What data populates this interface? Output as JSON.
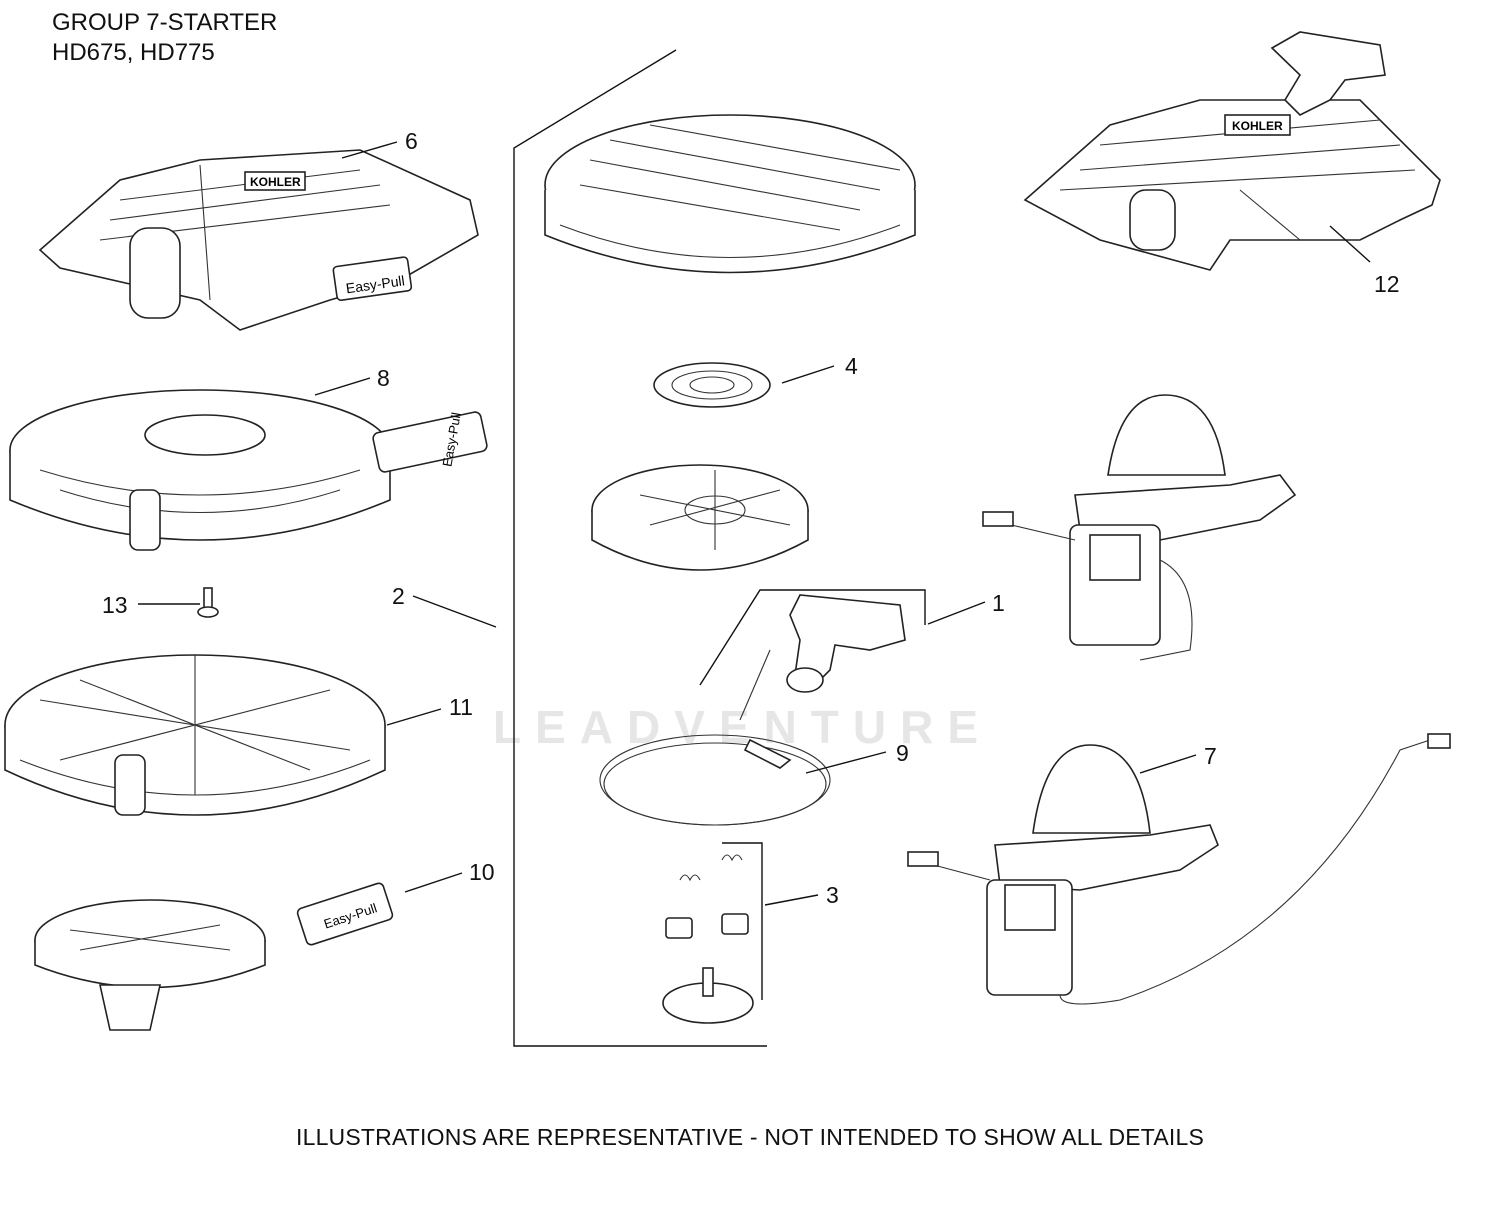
{
  "header": {
    "title_line1": "GROUP 7-STARTER",
    "title_line2": "HD675, HD775"
  },
  "footer": {
    "note": "ILLUSTRATIONS ARE REPRESENTATIVE - NOT INTENDED TO SHOW ALL DETAILS"
  },
  "watermark": {
    "text": "LEADVENTURE"
  },
  "labels": {
    "brand": "KOHLER",
    "easy_pull": "Easy-Pull"
  },
  "callouts": {
    "c1": "1",
    "c2": "2",
    "c3": "3",
    "c4": "4",
    "c6": "6",
    "c7": "7",
    "c8": "8",
    "c9": "9",
    "c10": "10",
    "c11": "11",
    "c12": "12",
    "c13": "13"
  }
}
